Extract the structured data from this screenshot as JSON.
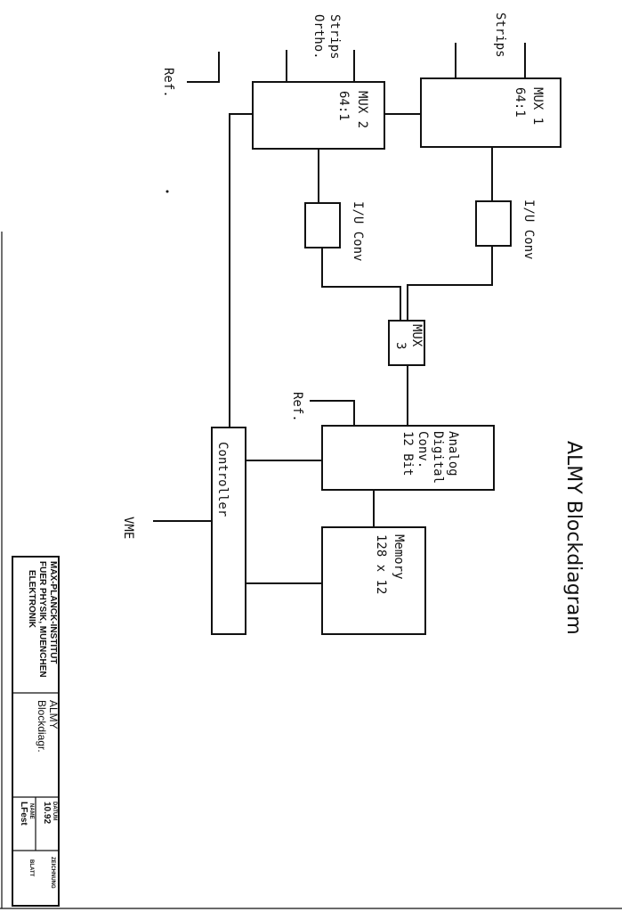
{
  "title": "ALMY  Blockdiagram",
  "blocks": {
    "mux1": [
      "MUX 1",
      "64:1"
    ],
    "mux2": [
      "MUX 2",
      "64:1"
    ],
    "iu1": "I/U Conv",
    "iu2": "I/U Conv",
    "mux3": [
      "MUX",
      "3"
    ],
    "adc": [
      "Analog",
      "Digital",
      "Conv.",
      "12 Bit"
    ],
    "memory": [
      "Memory",
      "128 x 12"
    ],
    "controller": "Controller"
  },
  "signals": {
    "strips": "Strips",
    "strips_ortho": [
      "Strips",
      "Ortho."
    ],
    "ref_top": "Ref.",
    "ref_adc": "Ref.",
    "vme": "VME"
  },
  "title_block": {
    "institute": [
      "MAX-PLANCK-INSTITUT",
      "FUER PHYSIK, MUENCHEN",
      "ELEKTRONIK"
    ],
    "drawing": [
      "ALMY",
      "Blockdiagr."
    ],
    "datum_label": "DATUM",
    "datum_value": "10.92",
    "name_label": "NAME",
    "name_value": "LFest",
    "zeichnung_label": "ZEICHNUNG",
    "blatt_label": "BLATT"
  }
}
